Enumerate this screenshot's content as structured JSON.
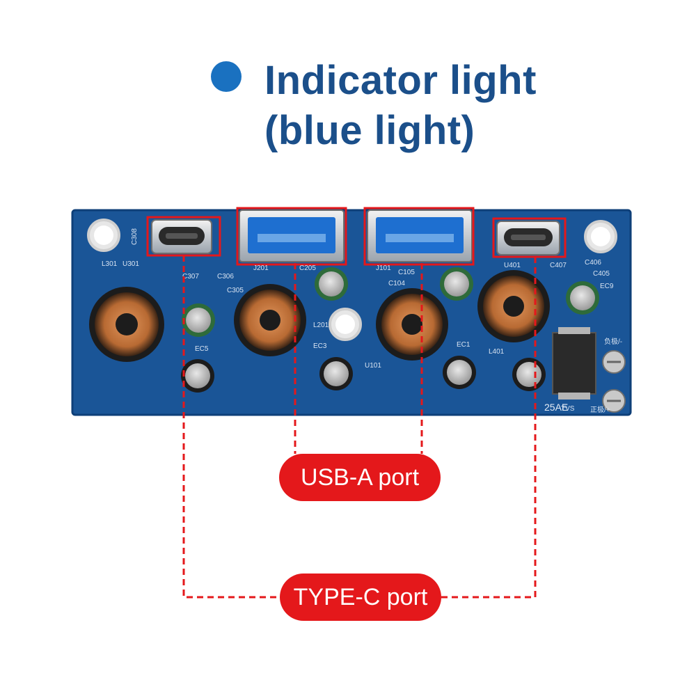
{
  "heading": {
    "line1": "Indicator light",
    "line2": "(blue light)",
    "dot_color": "#1a71c0",
    "text_color": "#1b4f8a"
  },
  "labels": {
    "usb_a": "USB-A port",
    "type_c": "TYPE-C port",
    "label_color": "#e4181b"
  },
  "board": {
    "color": "#1a5597",
    "silk": {
      "bottom_right": "25AE",
      "j201": "J201",
      "j101": "J101",
      "u301": "U301",
      "l301": "L301",
      "c308": "C308",
      "c307": "C307",
      "c306": "C306",
      "c305": "C305",
      "c205": "C205",
      "c105": "C105",
      "c104": "C104",
      "u401": "U401",
      "c406": "C406",
      "c405": "C405",
      "c407": "C407",
      "ec9": "EC9",
      "ec5": "EC5",
      "ec3": "EC3",
      "ec1": "EC1",
      "l401": "L401",
      "l201": "L201",
      "u101": "U101",
      "neg_label": "负极/-",
      "pos_label": "正极/+",
      "tvs": "TVS"
    }
  }
}
